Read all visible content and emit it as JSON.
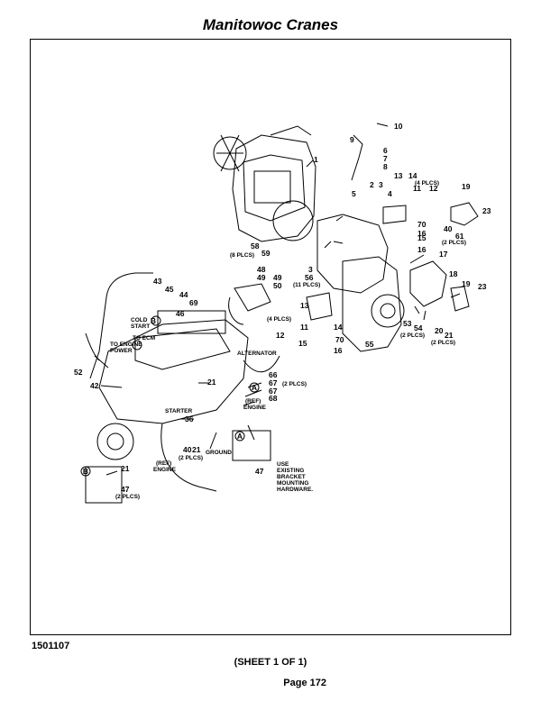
{
  "header": {
    "title": "Manitowoc Cranes"
  },
  "footer": {
    "doc_number": "1501107",
    "sheet": "(SHEET 1 OF 1)",
    "page": "Page 172"
  },
  "callouts": {
    "n1": "1",
    "n2": "2",
    "n3": "3",
    "n4": "4",
    "n5": "5",
    "n6": "6",
    "n7": "7",
    "n8": "8",
    "n9": "9",
    "n10": "10",
    "n11": "11",
    "n12": "12",
    "n13": "13",
    "n14": "14",
    "n15": "15",
    "n16": "16",
    "n17": "17",
    "n18": "18",
    "n19": "19",
    "n20": "20",
    "n21": "21",
    "n23": "23",
    "n36": "36",
    "n40": "40",
    "n42": "42",
    "n43": "43",
    "n44": "44",
    "n45": "45",
    "n46": "46",
    "n47": "47",
    "n48": "48",
    "n49": "49",
    "n50": "50",
    "n52": "52",
    "n53": "53",
    "n54": "54",
    "n55": "55",
    "n56": "56",
    "n58": "58",
    "n59": "59",
    "n61": "61",
    "n66": "66",
    "n67": "67",
    "n68": "68",
    "n69": "69",
    "n70": "70",
    "plcs2": "(2 PLCS)",
    "plcs4": "(4 PLCS)",
    "plcs8": "(8 PLCS)",
    "plcs11": "(11 PLCS)",
    "a": "A",
    "b": "B"
  },
  "labels": {
    "cold_start": "COLD",
    "cold_start2": "START",
    "to_ecm": "TO ECM",
    "to_engine_power": "TO ENGINE",
    "to_engine_power2": "POWER",
    "alternator": "ALTERNATOR",
    "ref_engine": "(REF)",
    "ref_engine2": "ENGINE",
    "starter": "STARTER",
    "ground": "GROUND",
    "use_existing": "USE",
    "use_existing2": "EXISTING",
    "use_existing3": "BRACKET",
    "use_existing4": "MOUNTING",
    "use_existing5": "HARDWARE."
  }
}
